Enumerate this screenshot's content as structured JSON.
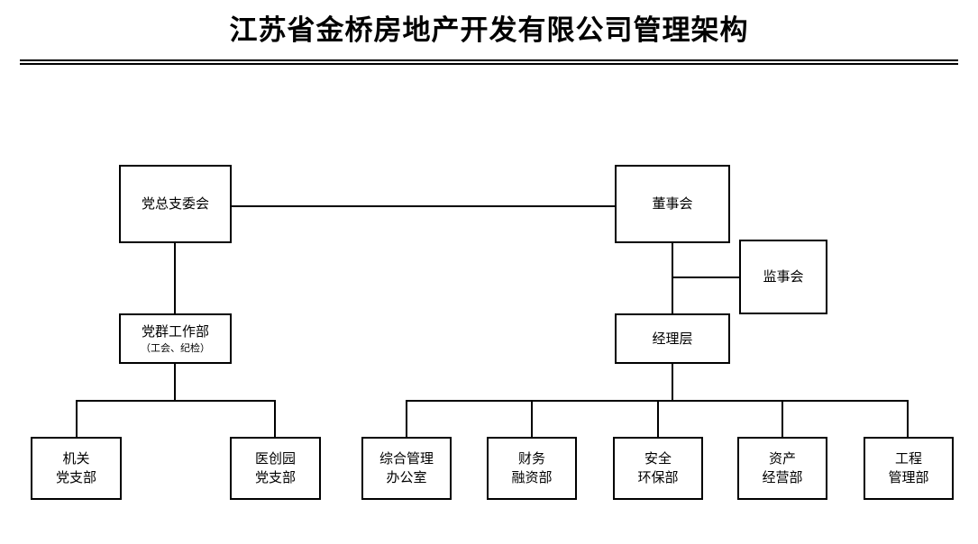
{
  "title": "江苏省金桥房地产开发有限公司管理架构",
  "nodes": {
    "party_committee": {
      "label": "党总支委会"
    },
    "board_of_directors": {
      "label": "董事会"
    },
    "board_of_supervisors": {
      "label": "监事会"
    },
    "party_work_dept": {
      "label": "党群工作部",
      "sub": "（工会、纪检）"
    },
    "management_layer": {
      "label": "经理层"
    },
    "branch_organs": {
      "line1": "机关",
      "line2": "党支部"
    },
    "branch_medpark": {
      "line1": "医创园",
      "line2": "党支部"
    },
    "dept_general_office": {
      "line1": "综合管理",
      "line2": "办公室"
    },
    "dept_finance": {
      "line1": "财务",
      "line2": "融资部"
    },
    "dept_safety": {
      "line1": "安全",
      "line2": "环保部"
    },
    "dept_asset": {
      "line1": "资产",
      "line2": "经营部"
    },
    "dept_engineering": {
      "line1": "工程",
      "line2": "管理部"
    }
  }
}
